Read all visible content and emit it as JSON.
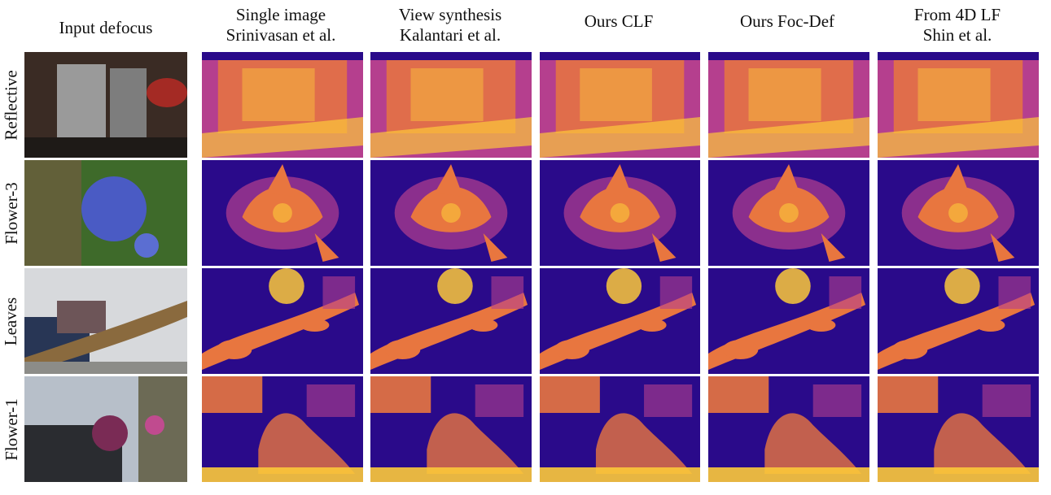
{
  "columns": [
    {
      "lines": [
        "Input defocus"
      ]
    },
    {
      "lines": [
        "Single image",
        "Srinivasan et al."
      ]
    },
    {
      "lines": [
        "View synthesis",
        "Kalantari et al."
      ]
    },
    {
      "lines": [
        "",
        "Ours CLF"
      ]
    },
    {
      "lines": [
        "",
        "Ours Foc-Def"
      ]
    },
    {
      "lines": [
        "From 4D LF",
        "Shin et al."
      ]
    }
  ],
  "rows": [
    {
      "label": "Reflective"
    },
    {
      "label": "Flower-3"
    },
    {
      "label": "Leaves"
    },
    {
      "label": "Flower-1"
    }
  ],
  "colors": {
    "depth_near": "#fcc93a",
    "depth_mid": "#e8763f",
    "depth_far_mid": "#b53f8e",
    "depth_far": "#2a0a8a"
  }
}
